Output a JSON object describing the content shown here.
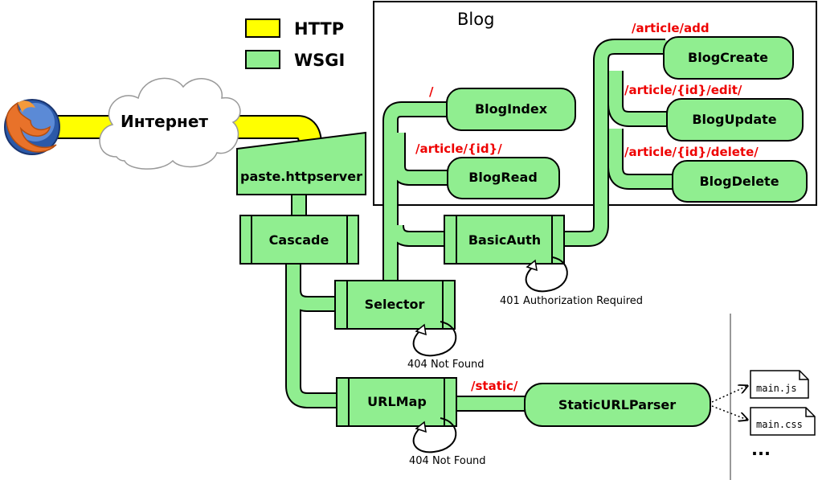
{
  "legend": {
    "http_label": "HTTP",
    "wsgi_label": "WSGI",
    "http_color": "#ffff00",
    "wsgi_color": "#90ee90"
  },
  "internet_label": "Интернет",
  "browser_icon": "firefox-icon",
  "blog_title": "Blog",
  "nodes": {
    "server": "paste.httpserver",
    "cascade": "Cascade",
    "selector": "Selector",
    "urlmap": "URLMap",
    "basicauth": "BasicAuth",
    "staticparser": "StaticURLParser",
    "blogindex": "BlogIndex",
    "blogread": "BlogRead",
    "blogcreate": "BlogCreate",
    "blogupdate": "BlogUpdate",
    "blogdelete": "BlogDelete"
  },
  "routes": {
    "index": "/",
    "read": "/article/{id}/",
    "add": "/article/add",
    "edit": "/article/{id}/edit/",
    "delete": "/article/{id}/delete/",
    "static": "/static/"
  },
  "responses": {
    "auth": "401 Authorization Required",
    "selector_404": "404 Not Found",
    "urlmap_404": "404 Not Found"
  },
  "files": [
    "main.js",
    "main.css"
  ],
  "ellipsis": "..."
}
